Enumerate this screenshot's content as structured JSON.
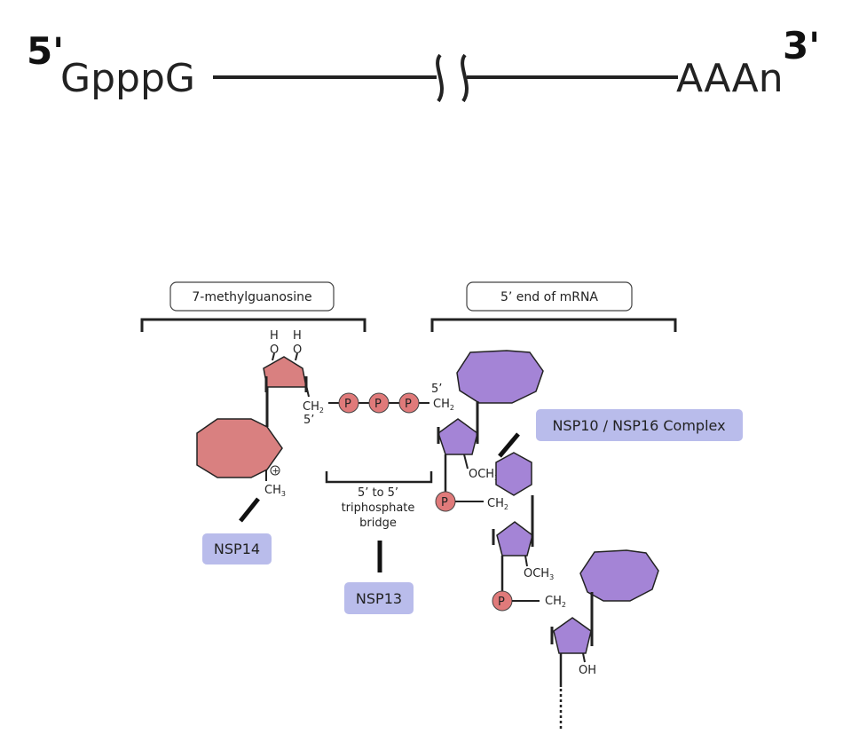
{
  "strand": {
    "five_prime": "5'",
    "cap": "GpppG",
    "poly_a": "AAAn",
    "three_prime": "3'"
  },
  "headers": {
    "cap_label": "7-methylguanosine",
    "mrna_label": "5’ end of mRNA"
  },
  "atoms": {
    "h": "H",
    "o": "O",
    "ch": "CH",
    "two": "2",
    "three": "3",
    "five_prime": "5’",
    "p": "P",
    "och": "OCH",
    "oh": "OH",
    "plus": "+"
  },
  "bridge": {
    "line1": "5’ to 5’",
    "line2": "triphosphate",
    "line3": "bridge"
  },
  "enzymes": {
    "nsp14": "NSP14",
    "nsp13": "NSP13",
    "nsp10_16": "NSP10 / NSP16 Complex"
  },
  "colors": {
    "cap_red": "#D98080",
    "phosphate": "#E07A7A",
    "mrna_purple": "#A484D6",
    "enzyme_box": "#B9BCEB"
  }
}
